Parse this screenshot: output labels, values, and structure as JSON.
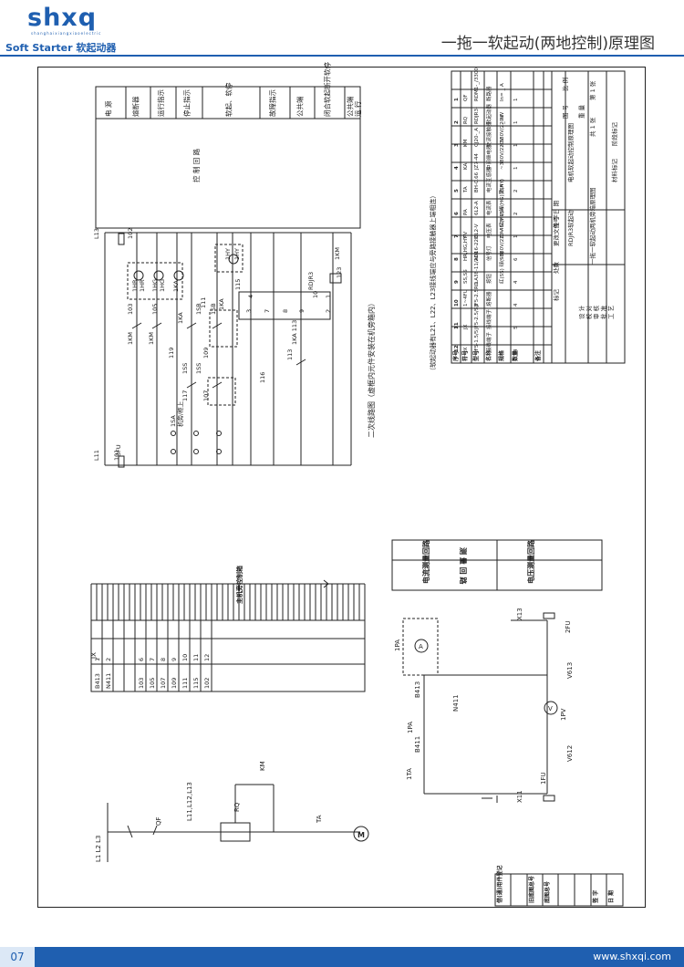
{
  "logo": {
    "name": "shxq",
    "sub": "shanghaixiangxiaoelectric",
    "tagline": "Soft Starter 软起动器"
  },
  "title": "一拖一软起动(两地控制)原理图",
  "footer": {
    "page": "07",
    "url": "www.shxqi.com"
  },
  "secondary": {
    "caption": "二次线路图（虚框内元件安装在机旁箱内）",
    "functions": [
      "电 源",
      "熔断器",
      "运行指示",
      "停止指示",
      "软起、软停",
      "故障指示",
      "公共端",
      "闭合软起断开软停",
      "公共端",
      "运 行"
    ],
    "side_label": "控 制 回 路",
    "wires": [
      "L13",
      "102",
      "103",
      "105",
      "119",
      "109",
      "107",
      "117",
      "101",
      "L11",
      "111",
      "115",
      "123",
      "116",
      "113"
    ],
    "parts": [
      "3FU",
      "1SA",
      "机旁/柜上",
      "1KM",
      "1KM",
      "1SS",
      "1SS",
      "1SB",
      "1SB",
      "1HR",
      "1HR",
      "1HG",
      "1HG",
      "1KA",
      "1KA",
      "1KA",
      "1HY",
      "1HY",
      "RDJR3",
      "1KA 113",
      "1KM"
    ],
    "terminals": [
      "3",
      "4",
      "7",
      "8",
      "9",
      "10",
      "1",
      "2"
    ]
  },
  "bom": {
    "note": "（软起动器有L21、L22、L23接线端应与旁路接触器上端相连）",
    "headers": [
      "序号",
      "符号",
      "型号",
      "名称",
      "规格",
      "数量",
      "备注"
    ],
    "rows": [
      [
        "12",
        "JX",
        "JF5-1.5/5",
        "接线端子",
        "",
        "4",
        ""
      ],
      [
        "11",
        "JX",
        "JF5-2.5/S3",
        "接线端子",
        "",
        "5",
        ""
      ],
      [
        "10",
        "1~4FU",
        "JF5-2.5RD",
        "熔断器",
        "",
        "4",
        ""
      ],
      [
        "9",
        "SS,SS",
        "LA38-11/209",
        "按钮",
        "红(SS) 绿(SB)",
        "4",
        ""
      ],
      [
        "8",
        "HR,HG,HY",
        "AD16-22D",
        "信号灯",
        "~380V/220V 红(HR)绿(HG)黄(HY)",
        "6",
        ""
      ],
      [
        "7",
        "PV",
        "6L2-V",
        "电压表",
        "0~450V",
        "1",
        ""
      ],
      [
        "6",
        "PA",
        "6L2-A",
        "电流表",
        "/5A",
        "2",
        ""
      ],
      [
        "5",
        "TA",
        "BH-0.66",
        "电流互感器",
        "/5A",
        "2",
        ""
      ],
      [
        "4",
        "KA",
        "JZ7-44",
        "中间继电器",
        "~380V/220V",
        "1",
        ""
      ],
      [
        "3",
        "KM",
        "CJ20-_A",
        "交流接触器",
        "~380V/220V",
        "1",
        ""
      ],
      [
        "2",
        "RQ",
        "RDJR3-",
        "软起动器",
        "_ kW",
        "1",
        ""
      ],
      [
        "1",
        "QF",
        "RDM1-_/3300",
        "断路器",
        "In= _ A",
        "1",
        ""
      ]
    ],
    "title_block": [
      "RDJR3软起动",
      "一拖一软起动两机旁箱原理图",
      "电机软起动控制原理图",
      "共 1 张",
      "第 1 张",
      "图 号",
      "比 例",
      "重 量",
      "标记",
      "处数",
      "更改文件号",
      "签 字",
      "日 期",
      "设 计",
      "校 对",
      "审 核",
      "批 准",
      "工 艺",
      "材料标记",
      "阶段标记"
    ]
  },
  "measure": {
    "legend_header": "测 量 回 路",
    "legend": [
      "电流测量回路",
      "电压测量回路"
    ],
    "labels": [
      "1PA",
      "1PA",
      "1TA",
      "B411",
      "B413",
      "N411",
      "X13",
      "2FU",
      "V613",
      "1PV",
      "V612",
      "1FU",
      "X11"
    ]
  },
  "terminal_strip": {
    "header": "JX",
    "rows": [
      [
        "1",
        "B413"
      ],
      [
        "2",
        "N411"
      ],
      [
        "",
        ""
      ],
      [
        "",
        ""
      ],
      [
        "6",
        "103"
      ],
      [
        "7",
        "105"
      ],
      [
        "8",
        "107"
      ],
      [
        "9",
        "109"
      ],
      [
        "10",
        "111"
      ],
      [
        "11",
        "115"
      ],
      [
        "12",
        "102"
      ]
    ],
    "cabinet_label": "主机旁控制箱"
  },
  "main_circuit": {
    "lines": "L1 L2 L3",
    "qf": "QF",
    "feeder": "L11,L12,L13",
    "rq": "RQ",
    "km": "KM",
    "ta": "TA",
    "motor": "M"
  },
  "revision_block": [
    "借(通)用件登记",
    "旧底图总号",
    "底图总号",
    "签 字",
    "日 期"
  ]
}
